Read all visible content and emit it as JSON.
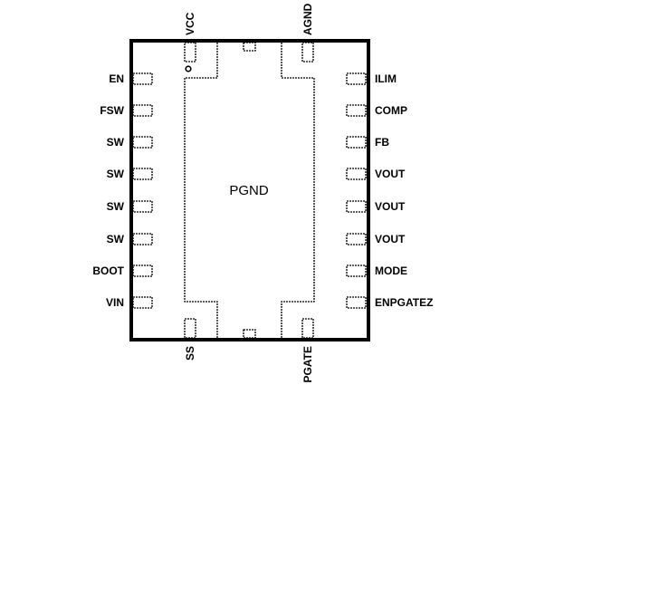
{
  "center_label": "PGND",
  "left_pins": [
    "EN",
    "FSW",
    "SW",
    "SW",
    "SW",
    "SW",
    "BOOT",
    "VIN"
  ],
  "right_pins": [
    "ILIM",
    "COMP",
    "FB",
    "VOUT",
    "VOUT",
    "VOUT",
    "MODE",
    "ENPGATEZ"
  ],
  "top_pins": [
    "VCC",
    "AGND"
  ],
  "bottom_pins": [
    "SS",
    "PGATE"
  ]
}
